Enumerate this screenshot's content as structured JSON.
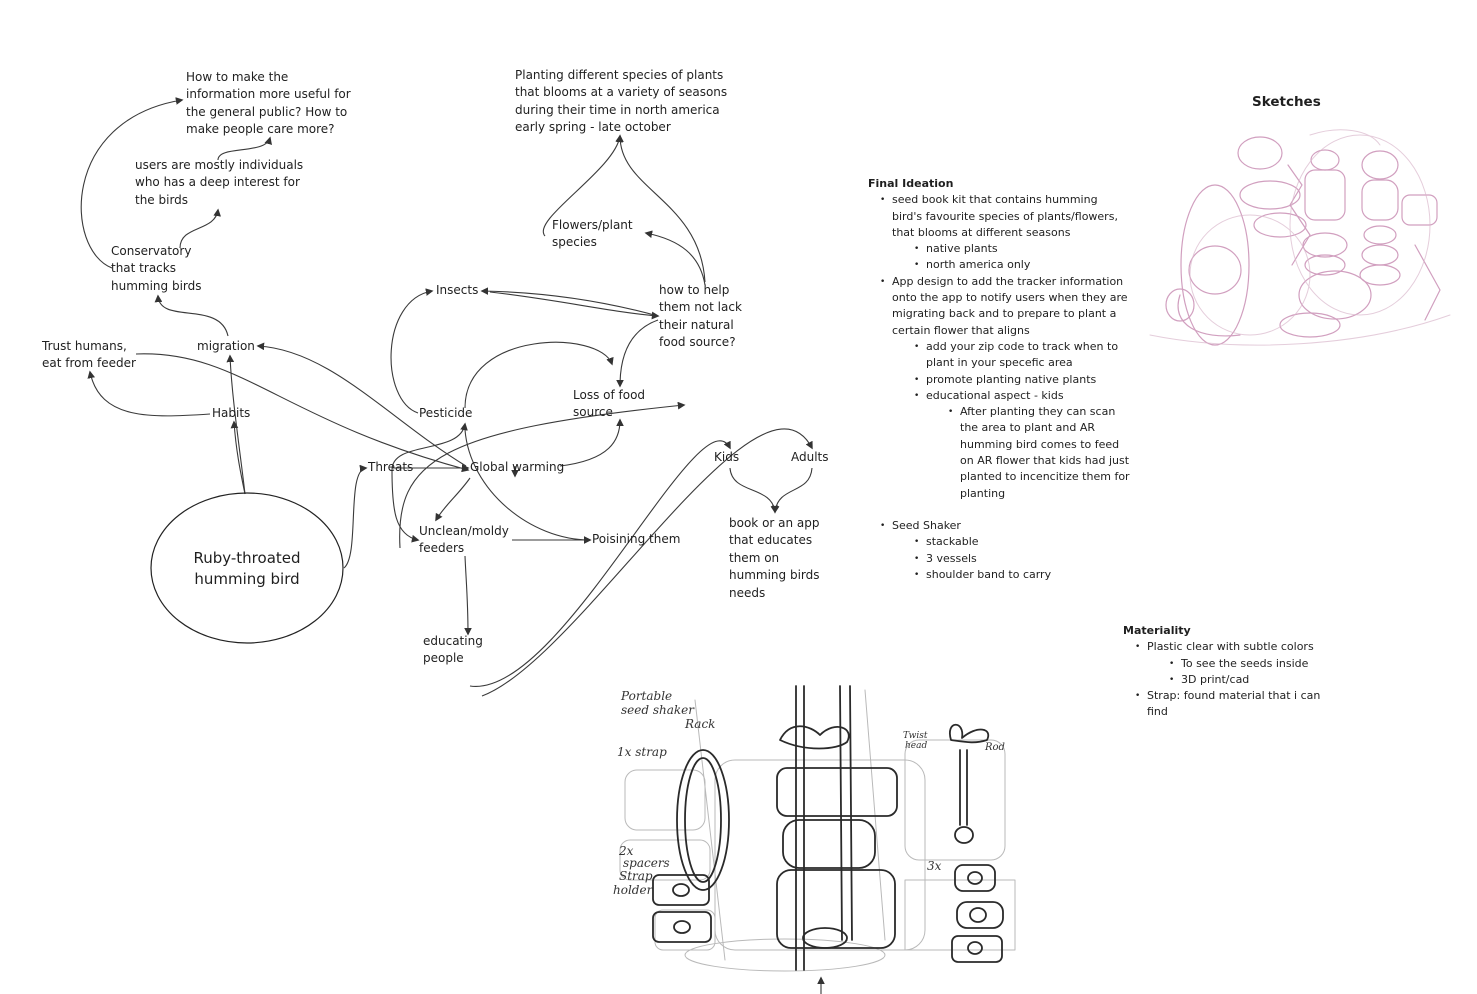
{
  "mindmap": {
    "center": "Ruby-throated\nhumming bird",
    "nodes": {
      "habits": "Habits",
      "trust_humans": "Trust humans,\neat from feeder",
      "migration": "migration",
      "conservatory": "Conservatory\nthat tracks\nhumming birds",
      "users": "users are mostly individuals\nwho has a deep interest for\nthe birds",
      "useful_info": "How to make the\ninformation more useful for\nthe general public? How to\nmake people care more?",
      "threats": "Threats",
      "pesticide": "Pesticide",
      "insects": "Insects",
      "global_warming": "Global warming",
      "unclean_feeders": "Unclean/moldy\nfeeders",
      "poisoning": "Poisining them",
      "educating": "educating\npeople",
      "loss_food": "Loss of food\nsource",
      "how_help": "how to help\nthem not lack\ntheir natural\nfood source?",
      "flowers": "Flowers/plant\nspecies",
      "planting": "Planting different species of plants\nthat blooms at a variety of seasons\nduring their time in north america\nearly spring - late october",
      "kids": "Kids",
      "adults": "Adults",
      "book_app": "book or an app\nthat educates\nthem on\nhumming birds\nneeds"
    }
  },
  "sketches": {
    "title": "Sketches",
    "annotations": {
      "rack_title": "Portable\nseed shaker\nRack",
      "strap": "1x strap",
      "spacers": "2x\nspacers",
      "strap_holder": "Strap\nholder",
      "twist_head": "Twist\nhead",
      "rod": "Rod",
      "three_x": "3x"
    }
  },
  "final_ideation": {
    "title": "Final Ideation",
    "items": [
      {
        "text": "seed book kit that contains humming bird's favourite species of plants/flowers, that blooms at different seasons",
        "children": [
          {
            "text": "native plants"
          },
          {
            "text": "north america only"
          }
        ]
      },
      {
        "text": "App design to add the tracker information onto the app to notify users when they are migrating back and to prepare to plant a certain flower that aligns",
        "children": [
          {
            "text": "add your zip code to track when to plant in your specefic area"
          },
          {
            "text": "promote planting native plants"
          },
          {
            "text": "educational aspect - kids",
            "children": [
              {
                "text": "After planting they can scan the area to plant and AR humming bird comes to feed on AR flower that kids had just planted to incencitize them for planting"
              }
            ]
          }
        ]
      },
      {
        "text": "Seed Shaker",
        "children": [
          {
            "text": "stackable"
          },
          {
            "text": "3 vessels"
          },
          {
            "text": "shoulder band to carry"
          }
        ]
      }
    ]
  },
  "materiality": {
    "title": "Materiality",
    "items": [
      {
        "text": "Plastic clear with subtle colors",
        "children": [
          {
            "text": "To see the seeds inside"
          },
          {
            "text": "3D print/cad"
          }
        ]
      },
      {
        "text": "Strap: found material that i can find"
      }
    ]
  },
  "colors": {
    "ink": "#1f1f1f",
    "sketch_pink": "#c98fb4",
    "sketch_dark": "#2a2a2a",
    "sketch_grey": "#a8a8a8"
  }
}
